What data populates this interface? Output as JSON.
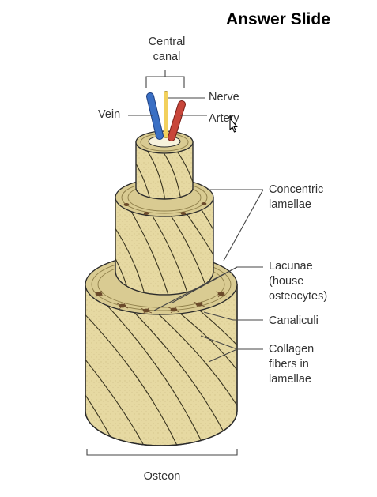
{
  "slide": {
    "title": "Answer Slide"
  },
  "labels": {
    "central_canal_line1": "Central",
    "central_canal_line2": "canal",
    "nerve": "Nerve",
    "vein": "Vein",
    "artery": "Artery",
    "concentric_line1": "Concentric",
    "concentric_line2": "lamellae",
    "lacunae_line1": "Lacunae",
    "lacunae_line2": "(house",
    "lacunae_line3": "osteocytes)",
    "canaliculi": "Canaliculi",
    "collagen_line1": "Collagen",
    "collagen_line2": "fibers in",
    "collagen_line3": "lamellae",
    "osteon": "Osteon"
  },
  "colors": {
    "bone_fill": "#e6d9a2",
    "bone_shade": "#cdbd7e",
    "vein": "#3a6fc4",
    "nerve": "#f2d05c",
    "artery": "#c8463a",
    "label_text": "#333333",
    "leader_line": "#444444"
  },
  "icons": {
    "cursor": "mouse-pointer-icon"
  }
}
